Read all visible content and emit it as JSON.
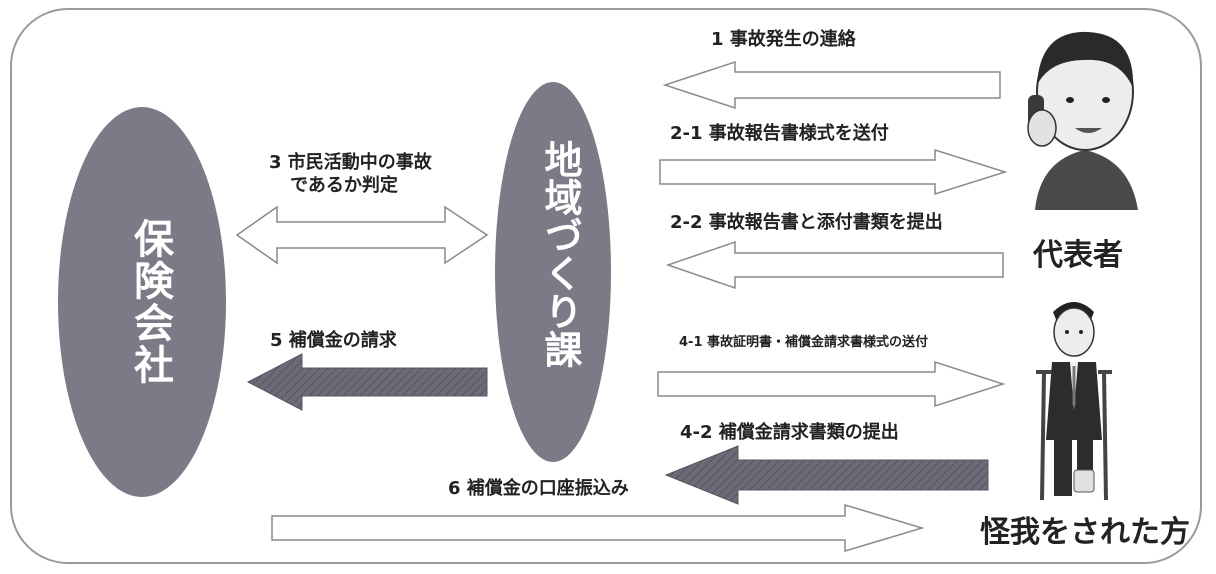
{
  "nodes": {
    "insurance": "保険会社",
    "department": "地域づくり課",
    "representative": "代表者",
    "injured": "怪我をされた方"
  },
  "steps": [
    {
      "label": "1 事故発生の連絡"
    },
    {
      "label": "2-1 事故報告書様式を送付"
    },
    {
      "label": "2-2 事故報告書と添付書類を提出"
    },
    {
      "label": "3 市民活動中の事故",
      "label2": "であるか判定"
    },
    {
      "label": "4-1 事故証明書・補償金請求書様式の送付"
    },
    {
      "label": "4-2 補償金請求書類の提出"
    },
    {
      "label": "5 補償金の請求"
    },
    {
      "label": "6 補償金の口座振込み"
    }
  ],
  "colors": {
    "oval": "#7b7b88",
    "arrow_dark": "#62626e",
    "arrow_outline": "#8a8a8a",
    "frame": "#9a9a9a"
  },
  "icons": [
    "person-phone-icon",
    "person-crutches-icon"
  ]
}
